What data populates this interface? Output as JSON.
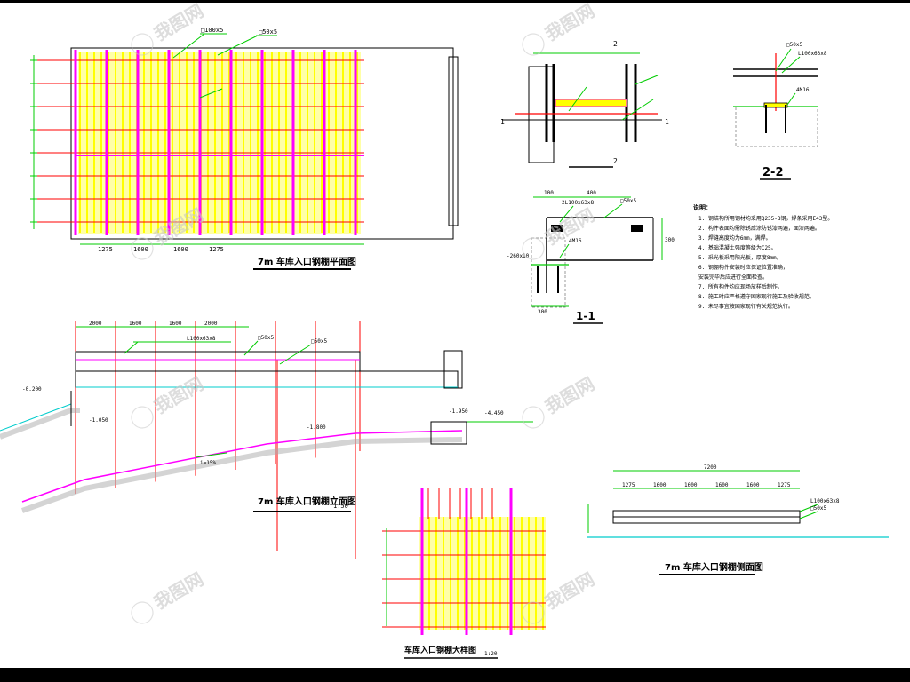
{
  "drawing": {
    "plan_title": "7m 车库入口钢棚平面图",
    "elevation_title": "7m 车库入口钢棚立面图",
    "elevation_scale": "1:50",
    "detail_title": "车库入口钢棚大样图",
    "detail_scale": "1:20",
    "side_title": "7m 车库入口钢棚侧面图",
    "section_1_1": "1-1",
    "section_2_2": "2-2",
    "section_label_1": "1",
    "section_label_2": "2",
    "plan_dims": [
      "1275",
      "1600",
      "1600",
      "1275"
    ],
    "plan_callouts": [
      "□100x5",
      "□50x5"
    ],
    "elev_dims": [
      "2000",
      "1600",
      "1600",
      "2000"
    ],
    "elev_callouts": [
      "L100x63x8",
      "□50x5",
      "□50x5"
    ],
    "elev_levels": [
      "-0.200",
      "-1.050",
      "-1.800",
      "-4.450",
      "-1.950"
    ],
    "elev_slope": "i=15%",
    "side_total": "7200",
    "side_dims": [
      "1275",
      "1600",
      "1600",
      "1600",
      "1600",
      "1275"
    ],
    "side_callouts": [
      "L100x63x8",
      "□50x5"
    ],
    "detail_1_1_dims": [
      "100",
      "400",
      "300",
      "300"
    ],
    "detail_1_1_callouts": [
      "2L100x63x8",
      "□50x5",
      "4M16",
      "-260x10"
    ],
    "detail_2_2_callouts": [
      "□50x5",
      "L100x63x8",
      "4M16"
    ],
    "notes_heading": "说明：",
    "notes": [
      "1. 钢结构所用钢材均采用Q235-B钢，焊条采用E43型。",
      "2. 构件表面均需除锈后涂防锈漆两遍，面漆两遍。",
      "3. 焊缝高度均为6mm，满焊。",
      "4. 基础混凝土强度等级为C25。",
      "5. 采光板采用阳光板，厚度8mm。",
      "6. 钢棚构件安装时应保证位置准确，",
      "   安装完毕后应进行全面检查。",
      "7. 所有构件均应现场放样后制作。",
      "8. 施工时应严格遵守国家现行施工及验收规范。",
      "9. 未尽事宜按国家现行有关规范执行。"
    ]
  },
  "colors": {
    "magenta": "#ff00ff",
    "yellow": "#ffff00",
    "red": "#ff0000",
    "green": "#00cc00",
    "cyan": "#00cccc",
    "black": "#000000"
  },
  "watermark": {
    "text": "我图网",
    "icon": "logo-icon"
  }
}
